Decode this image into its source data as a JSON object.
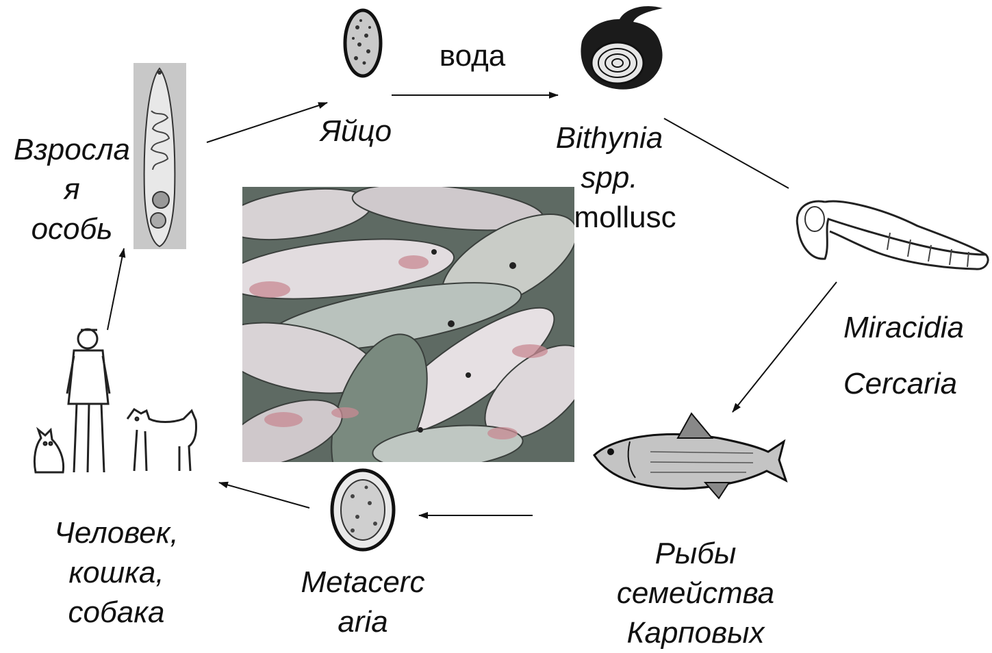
{
  "title": "",
  "edge_label_water": "вода",
  "nodes": {
    "egg": "Яйцо",
    "snail_line1": "Bithynia",
    "snail_line2": "spp.",
    "snail_line3": "mollusc",
    "miracidia": "Miracidia",
    "cercaria": "Cercaria",
    "fish": "Рыбы\nсемейства\nКарповых",
    "metacercaria": "Metacerc\naria",
    "hosts": "Человек,\nкошка,\nсобака",
    "adult": "Взросла\nя\nособь"
  },
  "colors": {
    "line": "#111111",
    "photo_bg": "#6f7a73"
  }
}
